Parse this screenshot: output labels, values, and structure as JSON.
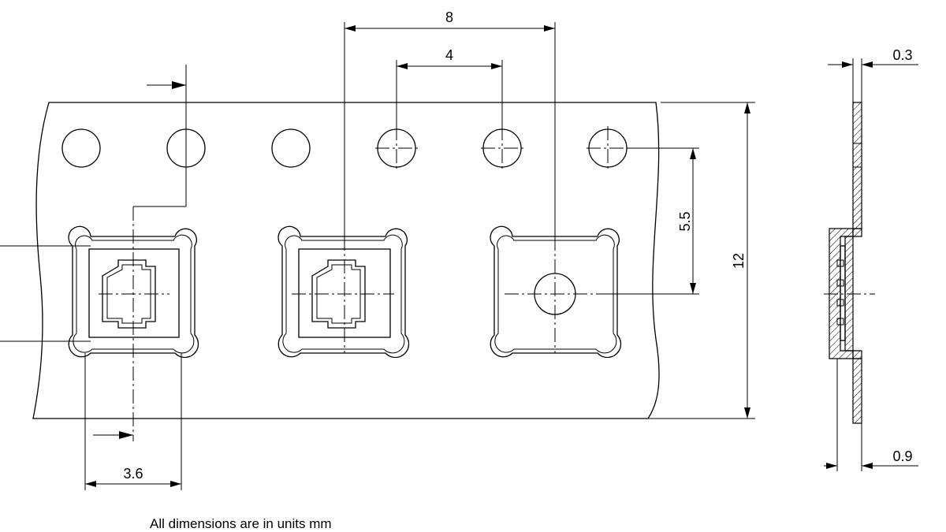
{
  "drawing": {
    "dimensions": {
      "pitch_8": "8",
      "pitch_4": "4",
      "offset_5_5": "5.5",
      "width_12": "12",
      "pocket_3_6": "3.6",
      "thickness_0_3": "0.3",
      "thickness_0_9": "0.9"
    },
    "note": "All dimensions are in units mm"
  }
}
